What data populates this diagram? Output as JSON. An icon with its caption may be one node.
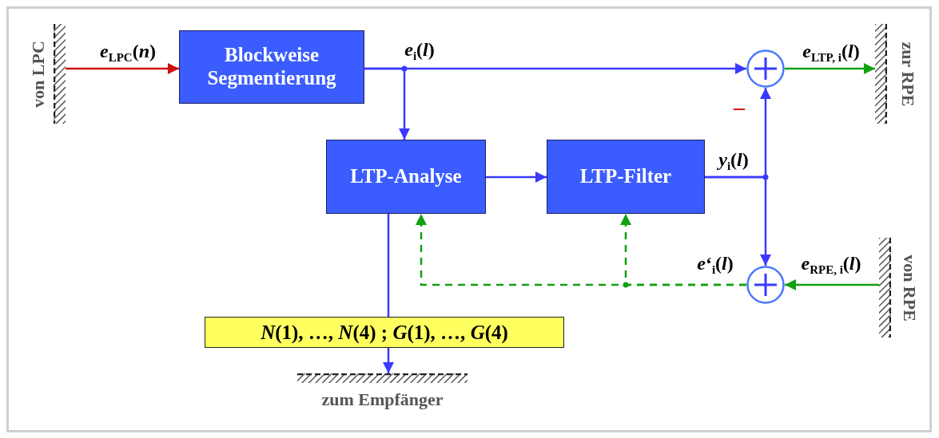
{
  "diagram": {
    "nodes": [
      {
        "text": [
          "von LPC"
        ]
      },
      {
        "text": [
          "Blockweise Segmentierung"
        ]
      },
      {
        "text": [
          "LTP-Analyse"
        ]
      },
      {
        "text": [
          "LTP-Filter"
        ]
      },
      {
        "text": [],
        "shape": "circle"
      },
      {
        "text": [
          "zur RPE"
        ]
      },
      {
        "text": [],
        "shape": "circle"
      },
      {
        "text": [
          "von RPE"
        ]
      },
      {
        "text": [
          "*N*(1), …, *N*(4) ; *G*(1), …, *G*(4)"
        ]
      },
      {
        "text": [
          "zum Empfänger"
        ]
      }
    ],
    "edges": [
      {
        "from": 0,
        "to": 1,
        "arrow": "to",
        "label": "*e*$_{LPC}$(*n*)",
        "color": "#d01010"
      },
      {
        "from": 1,
        "to": 4,
        "arrow": "to",
        "label": "*e*$_{i}$(*l*)"
      },
      {
        "from": 1,
        "to": 2,
        "arrow": "to"
      },
      {
        "from": 2,
        "to": 3,
        "arrow": "to"
      },
      {
        "from": 3,
        "to": 4,
        "arrow": "to",
        "label": "*y*$_{i}$(*l*)"
      },
      {
        "from": 3,
        "to": 6,
        "arrow": "to"
      },
      {
        "from": 4,
        "to": 5,
        "arrow": "to",
        "label": "*e*$_{LTP, i}$(*l*)",
        "color": "#10a010"
      },
      {
        "from": 7,
        "to": 6,
        "arrow": "to",
        "label": "*e*$_{RPE, i}$(*l*)",
        "color": "#10a010"
      },
      {
        "from": 6,
        "to": 2,
        "arrow": "to",
        "label": "*e*‘$_{i}$(*l*)",
        "style": "dashed",
        "color": "#10a010"
      },
      {
        "from": 6,
        "to": 3,
        "arrow": "to",
        "style": "dashed",
        "color": "#10a010"
      },
      {
        "from": 2,
        "to": 8,
        "arrow": "none"
      },
      {
        "from": 8,
        "to": 9,
        "arrow": "to"
      }
    ],
    "labels": [
      "–"
    ]
  }
}
